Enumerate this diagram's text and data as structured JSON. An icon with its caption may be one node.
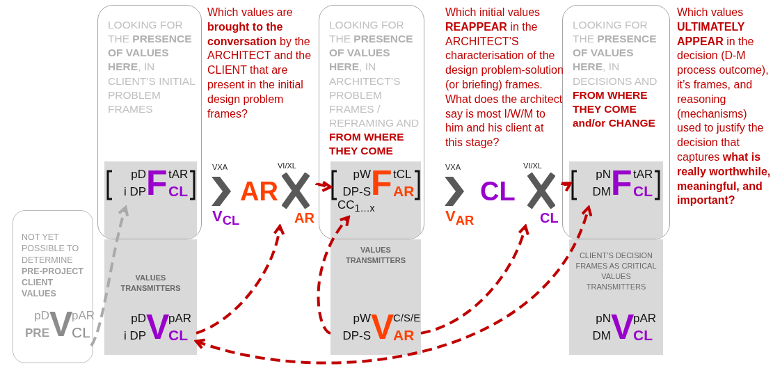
{
  "diagram": {
    "nodes": [
      {
        "text": [
          "NOT YET POSSIBLE TO DETERMINE **PRE-PROJECT CLIENT VALUES**"
        ]
      },
      {
        "text": [
          "pD",
          "PRE",
          "V",
          "pAR",
          "CL"
        ],
        "in": 0
      },
      {
        "text": [
          "LOOKING FOR THE **PRESENCE OF VALUES HERE**, IN CLIENT’S INITIAL PROBLEM FRAMES"
        ]
      },
      {
        "text": [
          "VALUES TRANSMITTERS"
        ]
      },
      {
        "text": [
          "pD",
          "i DP",
          "F",
          "tAR",
          "CL"
        ],
        "in": 2
      },
      {
        "text": [
          "pD",
          "i DP",
          "V",
          "pAR",
          "CL"
        ],
        "in": 3
      },
      {
        "text": [
          "VI/XL",
          "AR"
        ]
      },
      {
        "text": [
          "LOOKING FOR THE **PRESENCE OF VALUES HERE**, IN ARCHITECT’S PROBLEM FRAMES / REFRAMING AND",
          "FROM WHERE THEY COME"
        ]
      },
      {
        "text": [
          "VALUES TRANSMITTERS"
        ]
      },
      {
        "text": [
          "pW",
          "DP-S",
          "CC$_{1…x}$",
          "F",
          "tCL",
          "AR"
        ],
        "in": 7
      },
      {
        "text": [
          "pW",
          "DP-S",
          "V",
          "C/S/E",
          "AR"
        ],
        "in": 8
      },
      {
        "text": [
          "VI/XL",
          "CL"
        ]
      },
      {
        "text": [
          "LOOKING FOR THE **PRESENCE OF VALUES HERE**, IN DECISIONS AND",
          "FROM WHERE THEY COME and/or CHANGE"
        ]
      },
      {
        "text": [
          "CLIENT’S DECISION FRAMES AS CRITICAL VALUES TRANSMITTERS"
        ]
      },
      {
        "text": [
          "pN",
          "DM",
          "F",
          "tAR",
          "CL"
        ],
        "in": 12
      },
      {
        "text": [
          "pN",
          "DM",
          "V",
          "pAR",
          "CL"
        ],
        "in": 13
      }
    ],
    "edges": [
      {
        "from": 1,
        "to": 4,
        "arrow": "to",
        "style": "dashed",
        "color": "#aaaaaa"
      },
      {
        "from": 5,
        "to": 6,
        "arrow": "to",
        "style": "dashed"
      },
      {
        "from": 6,
        "to": 9,
        "arrow": "to",
        "style": "dashed"
      },
      {
        "from": 10,
        "to": 9,
        "arrow": "to",
        "style": "dashed"
      },
      {
        "from": 10,
        "to": 11,
        "arrow": "to",
        "style": "dashed"
      },
      {
        "from": 11,
        "to": 14,
        "arrow": "to",
        "style": "dashed"
      },
      {
        "from": 5,
        "to": 14,
        "arrow": "both",
        "style": "dashed"
      }
    ],
    "labels": [
      "Which values are **brought to the conversation** by the ARCHITECT and the CLIENT that are present in the initial design problem frames?",
      "VXA",
      "V$_{CL}$",
      "AR",
      "Which initial values **REAPPEAR** in the ARCHITECT’S characterisation of the design problem-solution (or briefing) frames. What does the architect say is most I/W/M to him and his client at this stage?",
      "VXA",
      "V$_{AR}$",
      "CL",
      "Which values **ULTIMATELY APPEAR** in the decision (D-M process outcome), it’s frames, and reasoning (mechanisms) used to justify the decision that captures **what is really worthwhile, meaningful, and important?**"
    ]
  }
}
